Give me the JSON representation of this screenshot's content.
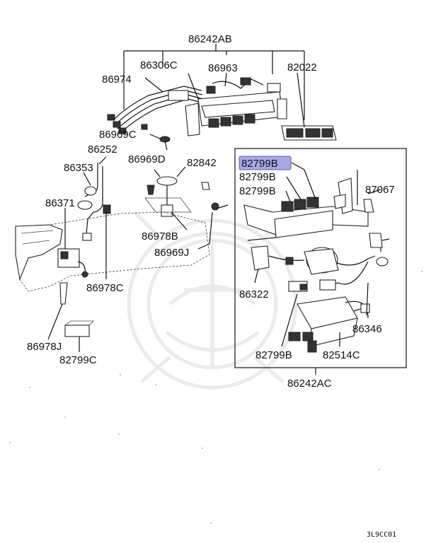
{
  "diagram": {
    "labels": {
      "assy_top": "86242AB",
      "p86974": "86974",
      "p86306C": "86306C",
      "p86963": "86963",
      "p82022": "82022",
      "p86969C": "86969C",
      "p86252": "86252",
      "p86969D": "86969D",
      "p82842": "82842",
      "p86353": "86353",
      "p86371": "86371",
      "p86978B": "86978B",
      "p86969J": "86969J",
      "p86978C": "86978C",
      "p86978J": "86978J",
      "p82799C": "82799C",
      "p82799B_hl": "82799B",
      "p82799B_2": "82799B",
      "p82799B_3": "82799B",
      "p87067": "87067",
      "p86322": "86322",
      "p86346": "86346",
      "p82799B_4": "82799B",
      "p82514C": "82514C",
      "assy_box": "86242AC"
    },
    "figure_code": "3L9CC01",
    "highlight_color": "#a7a9e6"
  }
}
